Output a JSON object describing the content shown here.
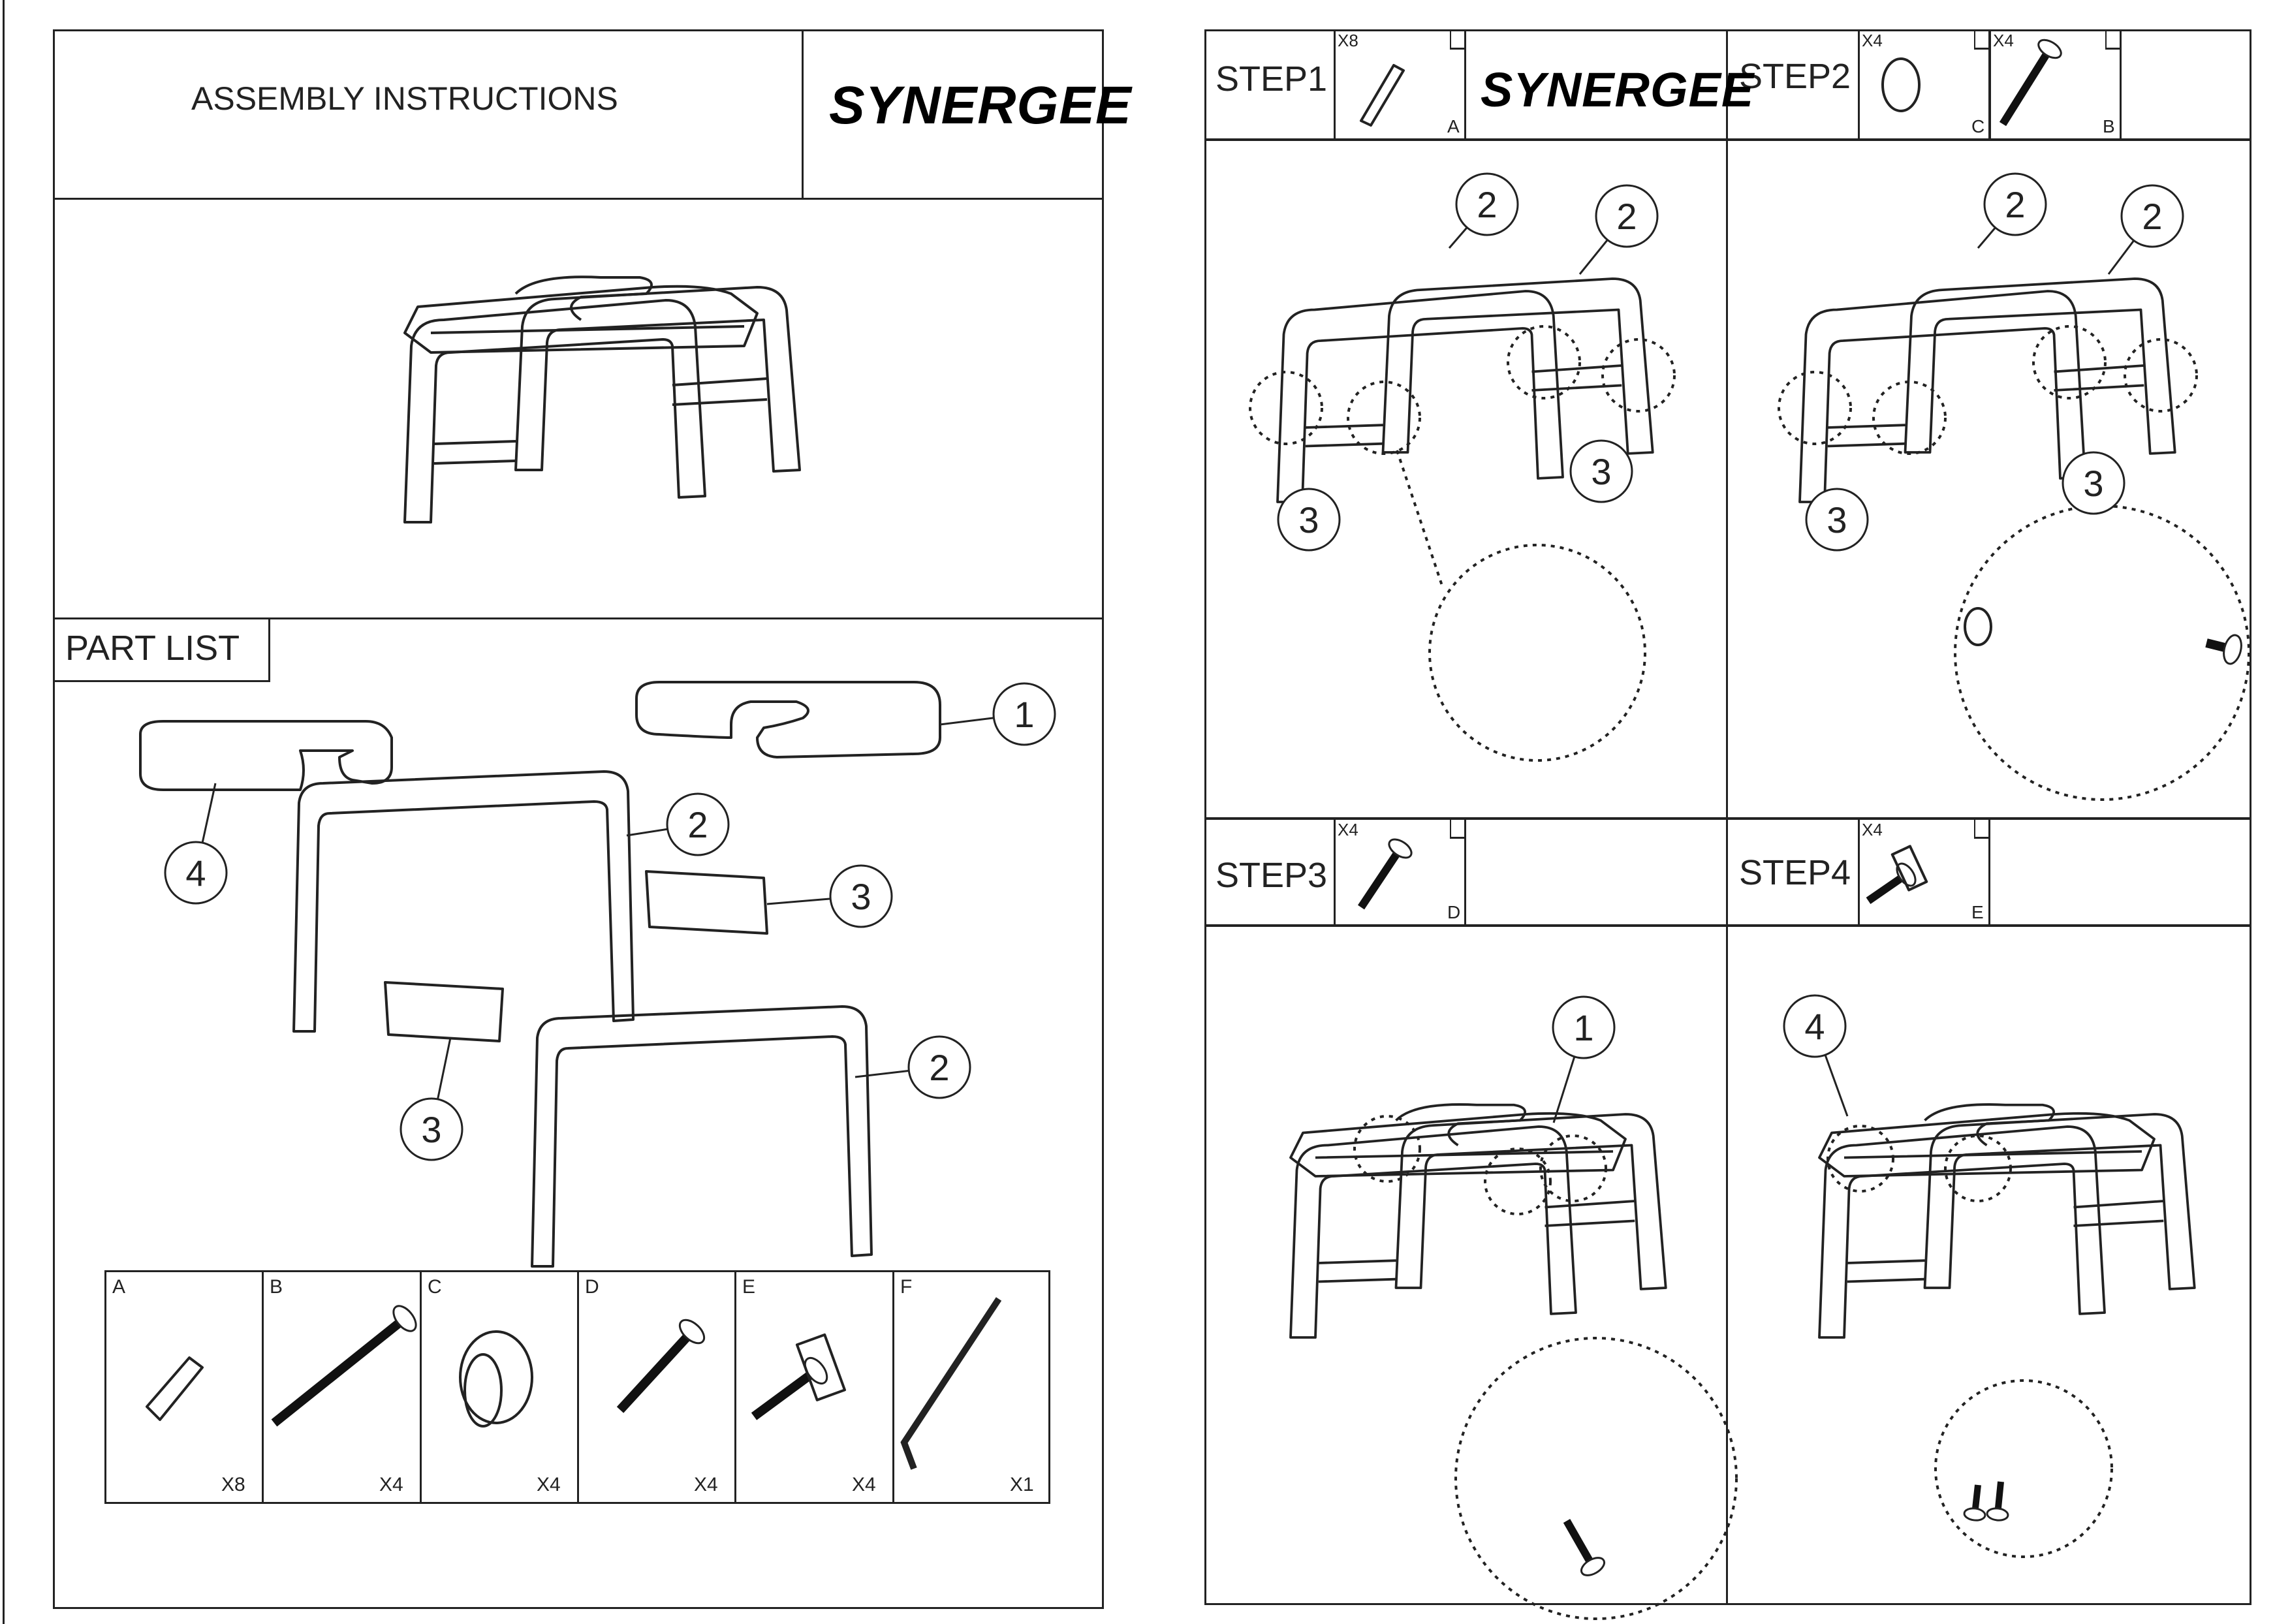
{
  "left_page": {
    "title": "ASSEMBLY INSTRUCTIONS",
    "brand": "SYNERGEE",
    "part_list_label": "PART LIST",
    "callouts": [
      "1",
      "2",
      "3",
      "4",
      "3",
      "2"
    ],
    "hardware": [
      {
        "letter": "A",
        "qty": "X8",
        "icon": "dowel-pin-icon"
      },
      {
        "letter": "B",
        "qty": "X4",
        "icon": "long-bolt-icon"
      },
      {
        "letter": "C",
        "qty": "X4",
        "icon": "barrel-nut-icon"
      },
      {
        "letter": "D",
        "qty": "X4",
        "icon": "short-bolt-icon"
      },
      {
        "letter": "E",
        "qty": "X4",
        "icon": "knob-bolt-icon"
      },
      {
        "letter": "F",
        "qty": "X1",
        "icon": "allen-key-icon"
      }
    ]
  },
  "right_page": {
    "brand": "SYNERGEE",
    "steps": [
      {
        "label": "STEP1",
        "parts": [
          {
            "qty": "X8",
            "letter": "A"
          }
        ],
        "callouts": [
          "2",
          "2",
          "3",
          "3"
        ]
      },
      {
        "label": "STEP2",
        "parts": [
          {
            "qty": "X4",
            "letter": "C"
          },
          {
            "qty": "X4",
            "letter": "B"
          }
        ],
        "callouts": [
          "2",
          "2",
          "3",
          "3"
        ]
      },
      {
        "label": "STEP3",
        "parts": [
          {
            "qty": "X4",
            "letter": "D"
          }
        ],
        "callouts": [
          "1"
        ]
      },
      {
        "label": "STEP4",
        "parts": [
          {
            "qty": "X4",
            "letter": "E"
          }
        ],
        "callouts": [
          "4"
        ]
      }
    ]
  }
}
